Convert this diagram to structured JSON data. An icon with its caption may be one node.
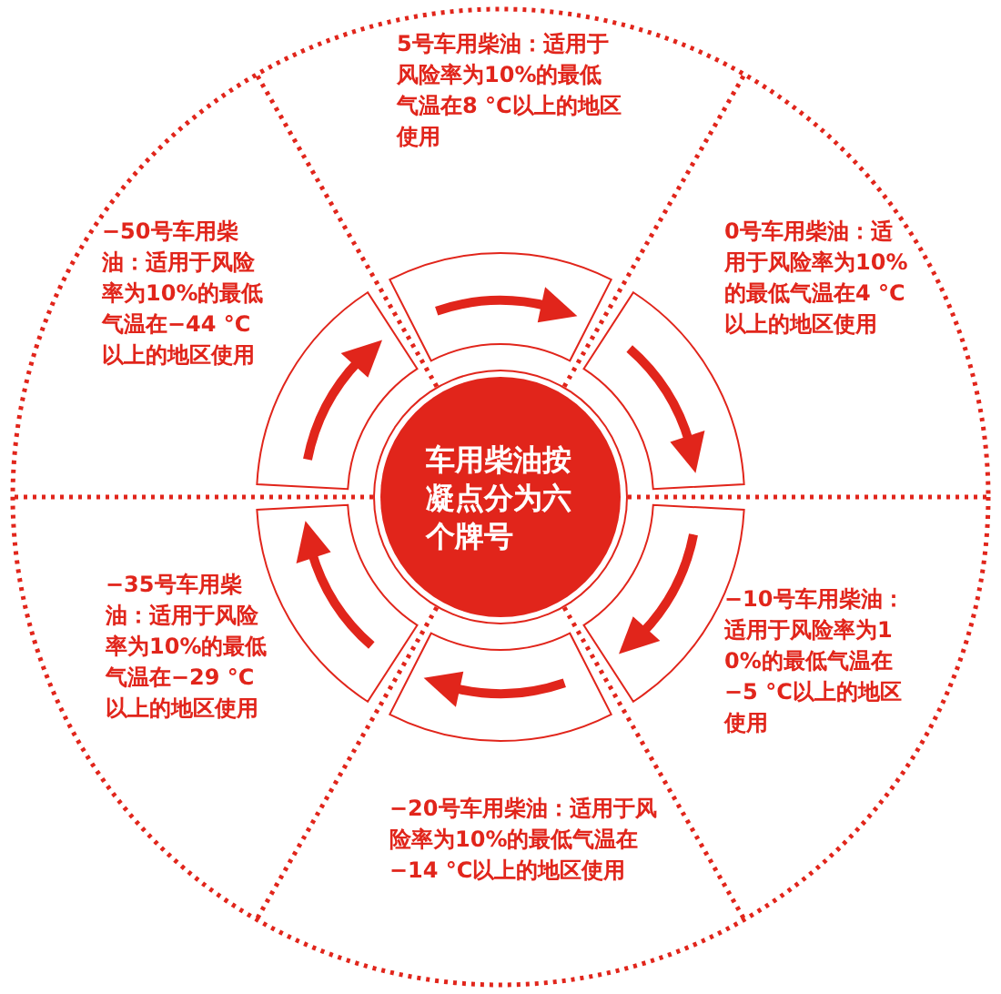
{
  "diagram": {
    "nodes": [
      {
        "text": [
          "车用柴油按凝点分为六个牌号"
        ]
      },
      {
        "text": [
          "5号车用柴油：适用于风险率为10%的最低气温在8 °C以上的地区使用"
        ]
      },
      {
        "text": [
          "0号车用柴油：适用于风险率为10%的最低气温在4 °C以上的地区使用"
        ]
      },
      {
        "text": [
          "−10号车用柴油：适用于风险率为10%的最低气温在−5 °C以上的地区使用"
        ]
      },
      {
        "text": [
          "−20号车用柴油：适用于风险率为10%的最低气温在−14 °C以上的地区使用"
        ]
      },
      {
        "text": [
          "−35号车用柴油：适用于风险率为10%的最低气温在−29 °C以上的地区使用"
        ]
      },
      {
        "text": [
          "−50号车用柴油：适用于风险率为10%的最低气温在−44 °C以上的地区使用"
        ]
      }
    ]
  }
}
